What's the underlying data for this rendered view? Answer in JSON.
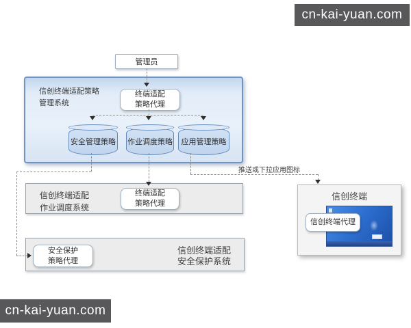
{
  "watermarks": {
    "top_right": "cn-kai-yuan.com",
    "bottom_left": "cn-kai-yuan.com"
  },
  "diagram": {
    "admin_label": "管理员",
    "push_label": "推送或下拉应用图标",
    "policy_mgmt_system": {
      "name_line1": "信创终端适配策略",
      "name_line2": "管理系统",
      "agent_line1": "终端适配",
      "agent_line2": "策略代理",
      "databases": [
        "安全管理策略",
        "作业调度策略",
        "应用管理策略"
      ]
    },
    "job_scheduling_system": {
      "name_line1": "信创终端适配",
      "name_line2": "作业调度系统",
      "agent_line1": "终端适配",
      "agent_line2": "策略代理"
    },
    "security_protection_system": {
      "name_line1": "信创终端适配",
      "name_line2": "安全保护系统",
      "agent_line1": "安全保护",
      "agent_line2": "策略代理"
    },
    "terminal": {
      "title": "信创终端",
      "agent_label": "信创终端代理"
    },
    "colors": {
      "container_border": "#6f94c4",
      "container_fill": "#e2ecf8",
      "cylinder_border": "#6389ba",
      "cylinder_fill": "#c9dcf2",
      "gray_box_fill": "#ececec",
      "connector": "#8a8a8a",
      "desktop_blue": "#2e6fd0",
      "watermark_bg": "#58585a"
    }
  }
}
